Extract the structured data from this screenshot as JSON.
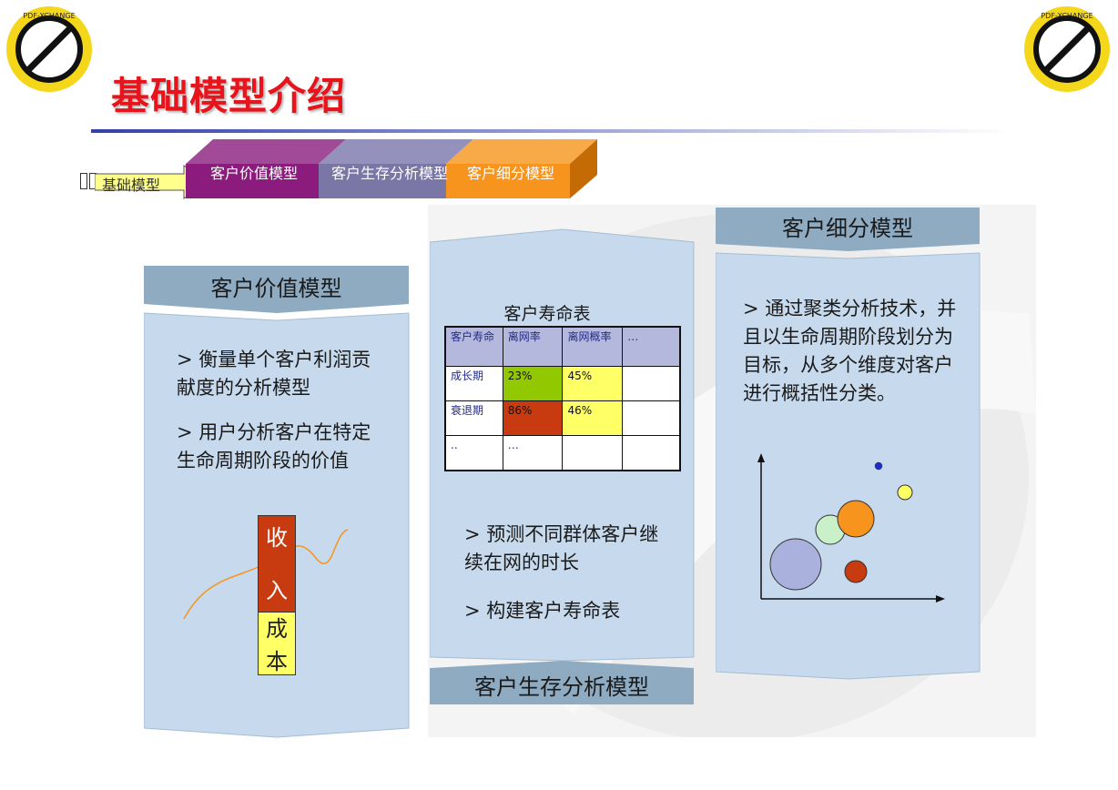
{
  "title": "基础模型介绍",
  "nav": {
    "start_label": "基础模型",
    "items": [
      {
        "label": "客户价值模型",
        "color": "#8b1c7e"
      },
      {
        "label": "客户生存分析模型",
        "color": "#7a76a6"
      },
      {
        "label": "客户细分模型",
        "color": "#f7941d"
      }
    ]
  },
  "value_panel": {
    "header": "客户价值模型",
    "bullet1": "> 衡量单个客户利润贡献度的分析模型",
    "bullet2": "> 用户分析客户在特定生命周期阶段的价值",
    "bar_top": [
      "收",
      "入"
    ],
    "bar_bottom": [
      "成",
      "本"
    ]
  },
  "survival_panel": {
    "table_title": "客户寿命表",
    "table_header": [
      "客户寿命",
      "离网率",
      "离网概率",
      "…"
    ],
    "table_rows": [
      [
        "成长期",
        "23%",
        "45%",
        ""
      ],
      [
        "衰退期",
        "86%",
        "46%",
        ""
      ],
      [
        "..",
        "…",
        "",
        ""
      ]
    ],
    "bullet1": "> 预测不同群体客户继续在网的时长",
    "bullet2": "> 构建客户寿命表",
    "footer": "客户生存分析模型"
  },
  "segment_panel": {
    "header": "客户细分模型",
    "bullet": "> 通过聚类分析技术，并且以生命周期阶段划分为目标，从多个维度对客户进行概括性分类。"
  },
  "colors": {
    "title_red": "#e8141c",
    "panel_blue": "#c7d9ec",
    "header_blue": "#8eabc2",
    "bar_red": "#c83a10",
    "bar_yellow": "#ffff66",
    "curve_orange": "#f7941d"
  }
}
